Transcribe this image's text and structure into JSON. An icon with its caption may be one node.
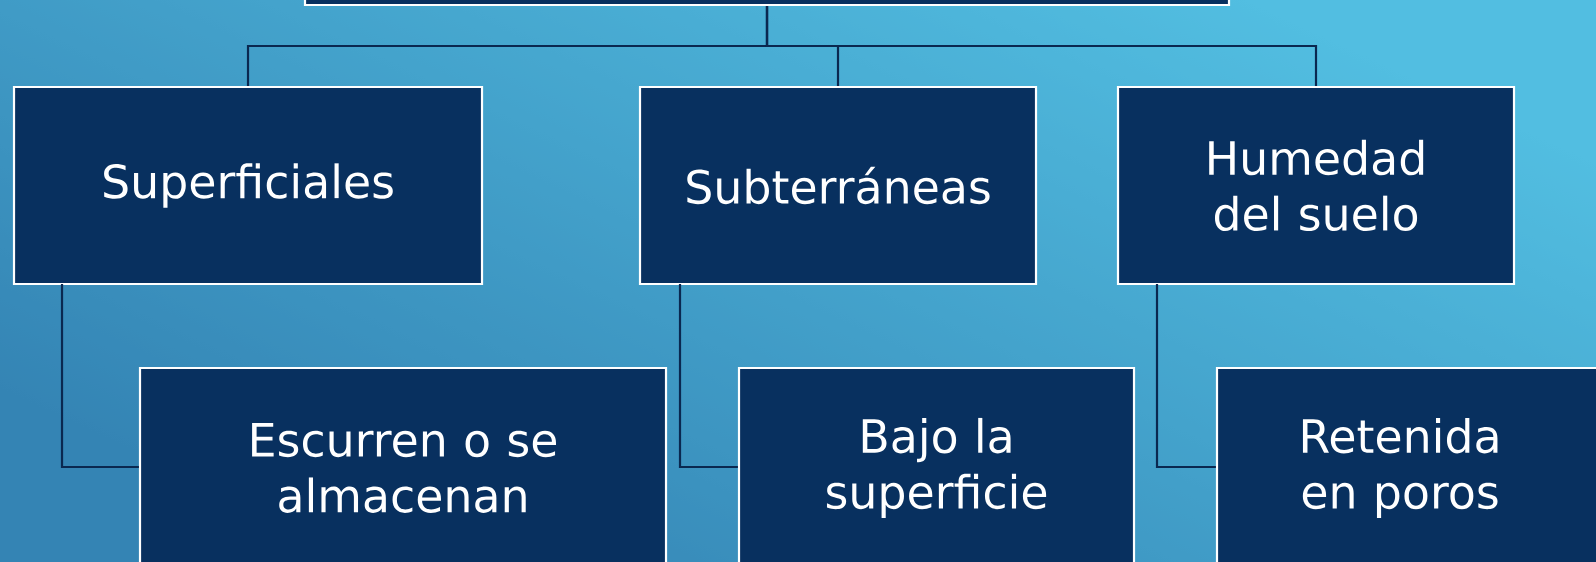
{
  "diagram": {
    "nodes": [
      {
        "text": [],
        "shape": "box"
      },
      {
        "text": [
          "Superficiales"
        ]
      },
      {
        "text": [
          "Subterráneas"
        ]
      },
      {
        "text": [
          "Humedad del suelo"
        ]
      },
      {
        "text": [
          "Escurren o se almacenan"
        ]
      },
      {
        "text": [
          "Bajo la superficie"
        ]
      },
      {
        "text": [
          "Retenida en poros"
        ]
      }
    ],
    "edges": [
      {
        "from": 0,
        "to": 1,
        "arrow": "none"
      },
      {
        "from": 0,
        "to": 2,
        "arrow": "none"
      },
      {
        "from": 0,
        "to": 3,
        "arrow": "none"
      },
      {
        "from": 1,
        "to": 4,
        "arrow": "none"
      },
      {
        "from": 2,
        "to": 5,
        "arrow": "none"
      },
      {
        "from": 3,
        "to": 6,
        "arrow": "none"
      }
    ]
  }
}
